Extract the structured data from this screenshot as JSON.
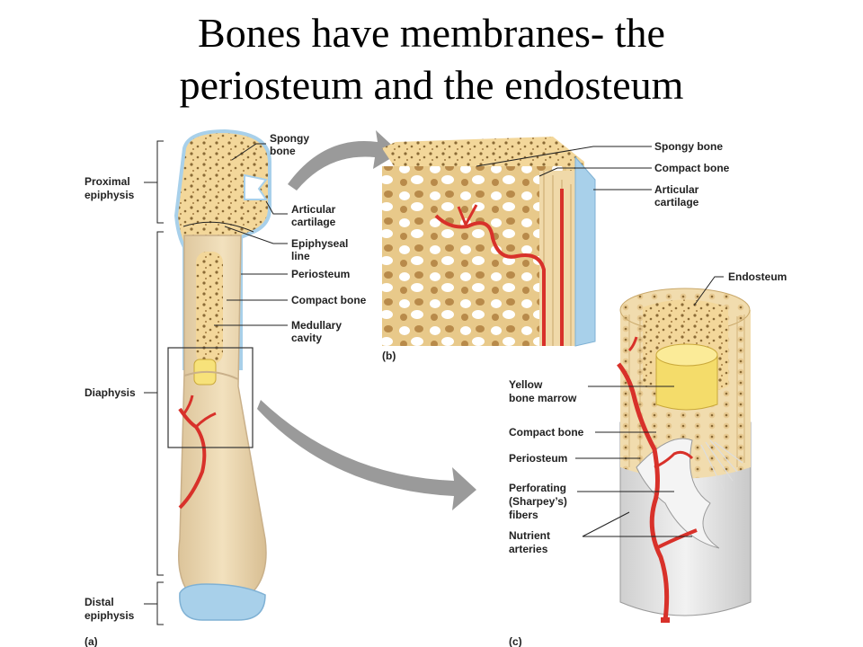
{
  "title": {
    "line1": "Bones have membranes- the",
    "line2": "periosteum and the endosteum"
  },
  "panel_a": {
    "label": "(a)",
    "region_labels": {
      "proximal_1": "Proximal",
      "proximal_2": "epiphysis",
      "diaphysis": "Diaphysis",
      "distal_1": "Distal",
      "distal_2": "epiphysis"
    },
    "labels": {
      "spongy_1": "Spongy",
      "spongy_2": "bone",
      "articular_1": "Articular",
      "articular_2": "cartilage",
      "epiphyseal_1": "Epiphyseal",
      "epiphyseal_2": "line",
      "periosteum": "Periosteum",
      "compact": "Compact bone",
      "medullary_1": "Medullary",
      "medullary_2": "cavity"
    }
  },
  "panel_b": {
    "label": "(b)",
    "labels": {
      "spongy": "Spongy bone",
      "compact": "Compact bone",
      "articular_1": "Articular",
      "articular_2": "cartilage"
    }
  },
  "panel_c": {
    "label": "(c)",
    "labels": {
      "endosteum": "Endosteum",
      "yellow_1": "Yellow",
      "yellow_2": "bone marrow",
      "compact": "Compact bone",
      "periosteum": "Periosteum",
      "perforating_1": "Perforating",
      "perforating_2": "(Sharpey’s)",
      "perforating_3": "fibers",
      "nutrient_1": "Nutrient",
      "nutrient_2": "arteries"
    }
  },
  "colors": {
    "bone_outer": "#efd9b0",
    "bone_spongy": "#f1d08a",
    "cartilage": "#a8d0ea",
    "artery": "#d8312a",
    "marrow": "#f7e27a",
    "arrow": "#9a9a9a"
  }
}
